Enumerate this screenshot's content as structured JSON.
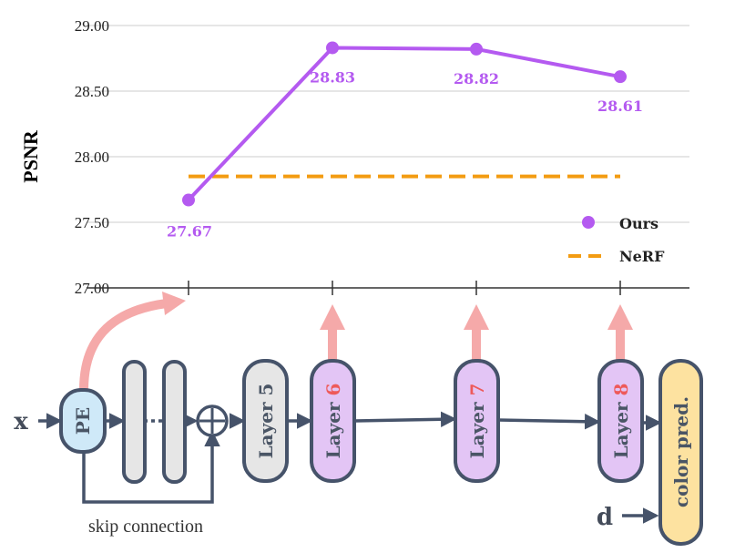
{
  "chart_data": {
    "type": "line",
    "ylabel": "PSNR",
    "ylim": [
      27.0,
      29.0
    ],
    "yticks": [
      27.0,
      27.5,
      28.0,
      28.5,
      29.0
    ],
    "ytick_labels": [
      "27.00",
      "27.50",
      "28.00",
      "28.50",
      "29.00"
    ],
    "series": [
      {
        "name": "Ours",
        "style": "line-marker",
        "color": "#b45af0",
        "values": [
          27.67,
          28.83,
          28.82,
          28.61
        ],
        "labels": [
          "27.67",
          "28.83",
          "28.82",
          "28.61"
        ]
      },
      {
        "name": "NeRF",
        "style": "dashed",
        "color": "#f39c12",
        "value": 27.85
      }
    ],
    "grid": true,
    "legend": "bottom-right"
  },
  "diagram": {
    "input_x": "x",
    "pe": "PE",
    "layers": [
      {
        "prefix": "Layer ",
        "num": "5",
        "highlight": false
      },
      {
        "prefix": "Layer ",
        "num": "6",
        "highlight": true
      },
      {
        "prefix": "Layer ",
        "num": "7",
        "highlight": true
      },
      {
        "prefix": "Layer ",
        "num": "8",
        "highlight": true
      }
    ],
    "color_pred": "color pred.",
    "input_d": "d",
    "skip_label": "skip connection",
    "plus_symbol": "+",
    "colors": {
      "pe_fill": "#cfe9f8",
      "plain_fill": "#e6e6e6",
      "highlight_fill": "#e3c5f5",
      "color_fill": "#fde2a0",
      "arrow_up": "#f5a9a9",
      "stroke": "#46536a"
    }
  }
}
